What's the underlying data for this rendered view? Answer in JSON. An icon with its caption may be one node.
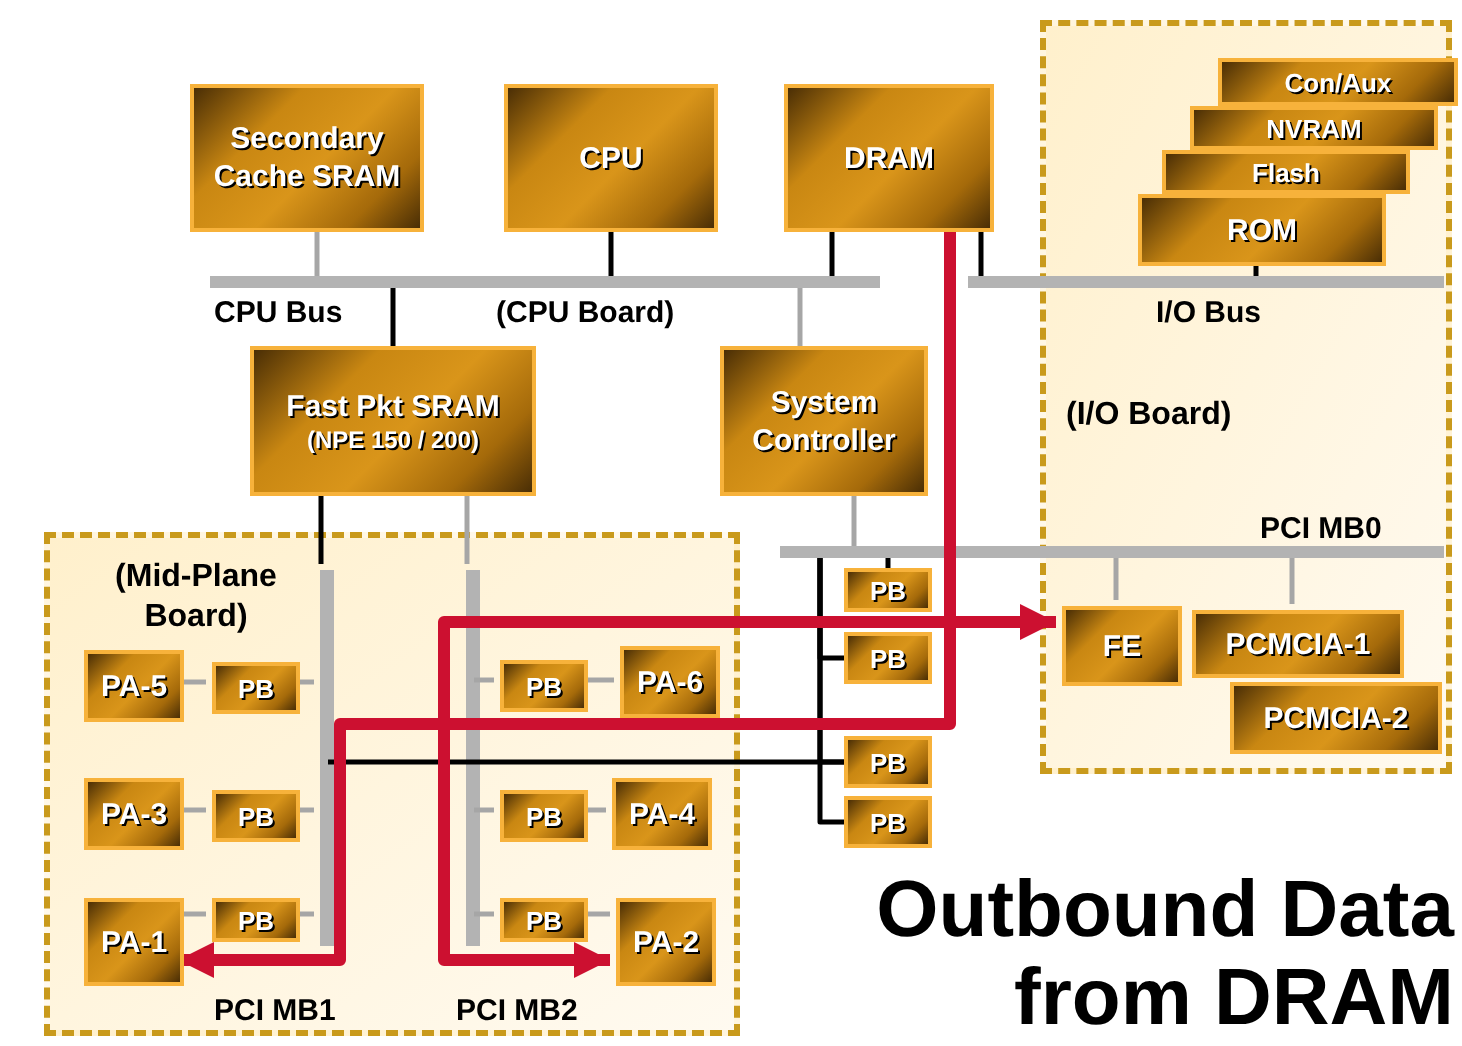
{
  "diagram": {
    "title": "Outbound Data from DRAM",
    "nodes": [
      {
        "text": [
          "Secondary Cache SRAM"
        ]
      },
      {
        "text": [
          "CPU"
        ]
      },
      {
        "text": [
          "DRAM"
        ]
      },
      {
        "text": [
          "(I/O Board)"
        ]
      },
      {
        "text": [
          "Con/Aux"
        ],
        "in": 3
      },
      {
        "text": [
          "NVRAM"
        ],
        "in": 3
      },
      {
        "text": [
          "Flash"
        ],
        "in": 3
      },
      {
        "text": [
          "ROM"
        ],
        "in": 3
      },
      {
        "text": [],
        "shape": "bar"
      },
      {
        "text": [],
        "shape": "bar"
      },
      {
        "text": [
          "Fast Pkt SRAM",
          "(NPE 150 / 200)"
        ]
      },
      {
        "text": [
          "System Controller"
        ]
      },
      {
        "text": [],
        "shape": "bar"
      },
      {
        "text": [
          "FE"
        ],
        "in": 3
      },
      {
        "text": [
          "PCMCIA-1"
        ],
        "in": 3
      },
      {
        "text": [
          "PCMCIA-2"
        ],
        "in": 3
      },
      {
        "text": [
          "(Mid-Plane Board)"
        ]
      },
      {
        "text": [
          "PA-5"
        ],
        "in": 16
      },
      {
        "text": [
          "PB"
        ],
        "in": 16
      },
      {
        "text": [
          "PA-3"
        ],
        "in": 16
      },
      {
        "text": [
          "PB"
        ],
        "in": 16
      },
      {
        "text": [
          "PA-1"
        ],
        "in": 16
      },
      {
        "text": [
          "PB"
        ],
        "in": 16
      },
      {
        "text": [],
        "shape": "bar",
        "in": 16
      },
      {
        "text": [],
        "shape": "bar",
        "in": 16
      },
      {
        "text": [
          "PB"
        ],
        "in": 16
      },
      {
        "text": [
          "PA-6"
        ],
        "in": 16
      },
      {
        "text": [
          "PB"
        ],
        "in": 16
      },
      {
        "text": [
          "PA-4"
        ],
        "in": 16
      },
      {
        "text": [
          "PB"
        ],
        "in": 16
      },
      {
        "text": [
          "PA-2"
        ],
        "in": 16
      },
      {
        "text": [
          "PB"
        ]
      },
      {
        "text": [
          "PB"
        ]
      },
      {
        "text": [
          "PB"
        ]
      },
      {
        "text": [
          "PB"
        ]
      }
    ],
    "edges": [
      {
        "from": 0,
        "to": 8,
        "arrow": "none"
      },
      {
        "from": 1,
        "to": 8,
        "arrow": "none",
        "color": "#000000"
      },
      {
        "from": 2,
        "to": 8,
        "arrow": "none",
        "color": "#000000"
      },
      {
        "from": 2,
        "to": 9,
        "arrow": "none",
        "color": "#000000"
      },
      {
        "from": 7,
        "to": 9,
        "arrow": "none",
        "color": "#000000"
      },
      {
        "from": 10,
        "to": 8,
        "arrow": "none",
        "color": "#000000"
      },
      {
        "from": 11,
        "to": 8,
        "arrow": "none"
      },
      {
        "from": 11,
        "to": 12,
        "arrow": "none"
      },
      {
        "from": 13,
        "to": 12,
        "arrow": "none"
      },
      {
        "from": 14,
        "to": 12,
        "arrow": "none"
      },
      {
        "from": 10,
        "to": 23,
        "arrow": "none",
        "color": "#000000"
      },
      {
        "from": 10,
        "to": 24,
        "arrow": "none"
      },
      {
        "from": 17,
        "to": 18,
        "arrow": "none"
      },
      {
        "from": 18,
        "to": 23,
        "arrow": "none"
      },
      {
        "from": 19,
        "to": 20,
        "arrow": "none"
      },
      {
        "from": 20,
        "to": 23,
        "arrow": "none"
      },
      {
        "from": 21,
        "to": 22,
        "arrow": "none"
      },
      {
        "from": 22,
        "to": 23,
        "arrow": "none"
      },
      {
        "from": 24,
        "to": 25,
        "arrow": "none"
      },
      {
        "from": 25,
        "to": 26,
        "arrow": "none"
      },
      {
        "from": 24,
        "to": 27,
        "arrow": "none"
      },
      {
        "from": 27,
        "to": 28,
        "arrow": "none"
      },
      {
        "from": 24,
        "to": 29,
        "arrow": "none"
      },
      {
        "from": 29,
        "to": 30,
        "arrow": "none"
      },
      {
        "from": 31,
        "to": 12,
        "arrow": "none",
        "color": "#000000"
      },
      {
        "from": 32,
        "to": 12,
        "arrow": "none",
        "color": "#000000"
      },
      {
        "from": 33,
        "to": 12,
        "arrow": "none",
        "color": "#000000"
      },
      {
        "from": 34,
        "to": 12,
        "arrow": "none",
        "color": "#000000"
      },
      {
        "from": 23,
        "to": 33,
        "arrow": "none",
        "color": "#000000"
      },
      {
        "from": 2,
        "to": 21,
        "arrow": "to",
        "style": "thick",
        "color": "#cc1030"
      },
      {
        "from": 13,
        "to": 30,
        "arrow": "both",
        "style": "thick",
        "color": "#cc1030"
      }
    ],
    "labels": [
      "CPU Bus",
      "(CPU Board)",
      "I/O Bus",
      "PCI MB0",
      "PCI MB1",
      "PCI MB2"
    ]
  }
}
